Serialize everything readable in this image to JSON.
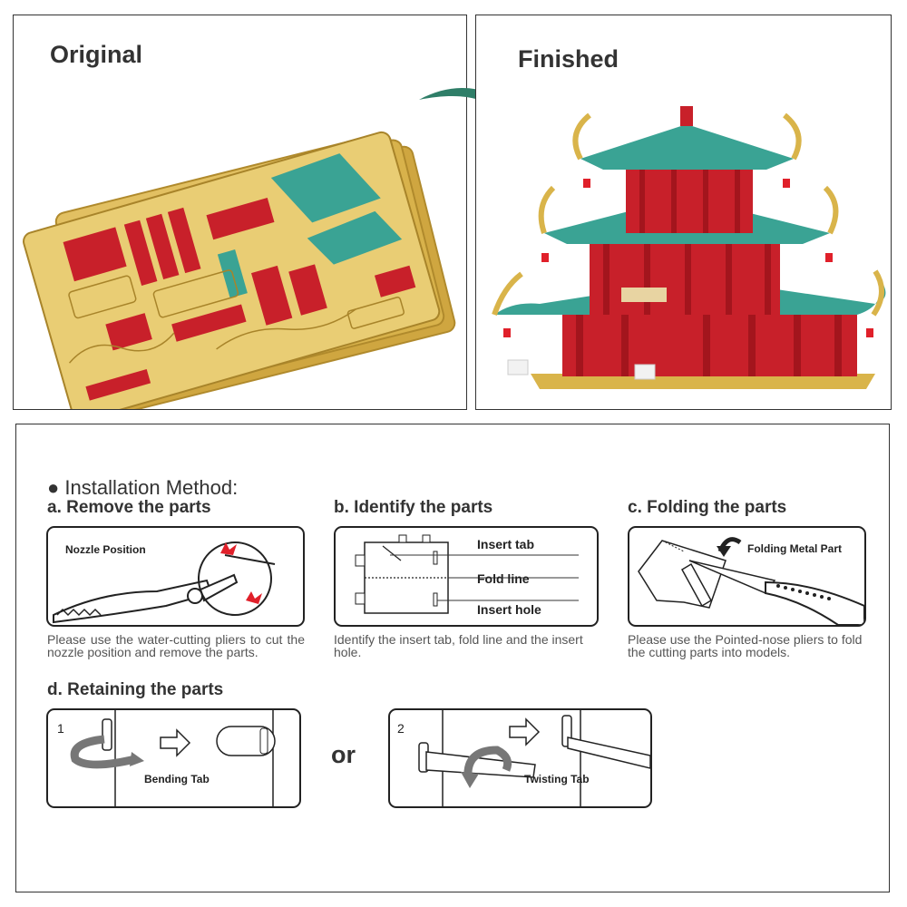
{
  "top": {
    "original_title": "Original",
    "finished_title": "Finished"
  },
  "instructions": {
    "heading": "● Installation Method:",
    "step_a": {
      "title": "a. Remove the parts",
      "box_label": "Nozzle Position",
      "caption": "Please use the water-cutting pliers to cut the nozzle position and remove the parts."
    },
    "step_b": {
      "title": "b. Identify the parts",
      "insert_tab": "Insert tab",
      "fold_line": "Fold line",
      "insert_hole": "Insert hole",
      "caption": "Identify the insert tab, fold line and the insert hole."
    },
    "step_c": {
      "title": "c. Folding the parts",
      "box_label": "Folding Metal Part",
      "caption": "Please use the Pointed-nose pliers to fold the cutting parts into models."
    },
    "step_d": {
      "title": "d. Retaining the parts",
      "num1": "1",
      "bending_label": "Bending Tab",
      "or_text": "or",
      "num2": "2",
      "twisting_label": "Twisting Tab"
    }
  },
  "colors": {
    "gold": "#d9b44a",
    "red": "#c8202a",
    "teal": "#3aa394",
    "arrow_green": "#2f7e68",
    "warn_red": "#e0202a"
  }
}
